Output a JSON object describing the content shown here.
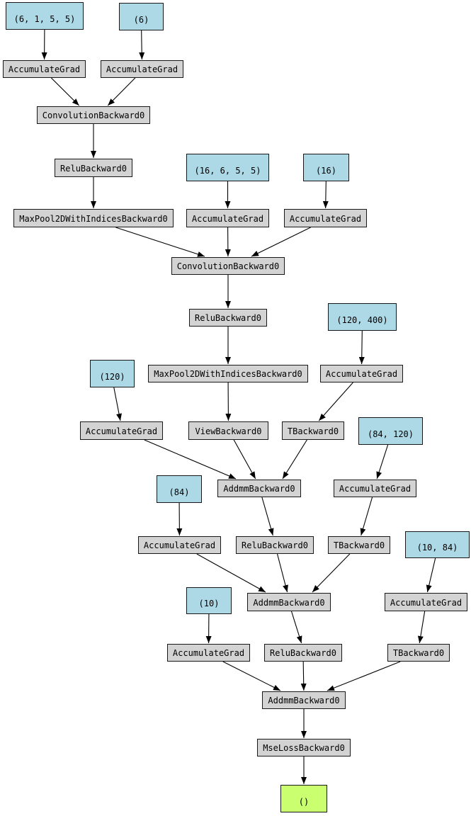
{
  "graph": {
    "title": "autograd-computation-graph",
    "colors": {
      "tensor_fill": "#ADD8E6",
      "op_fill": "#D3D3D3",
      "output_fill": "#CAFF70",
      "node_border": "#000000",
      "edge": "#000000",
      "background": "#FFFFFF"
    },
    "nodes": [
      {
        "id": "n1",
        "label": "(6, 1, 5, 5)",
        "type": "tensor"
      },
      {
        "id": "n2",
        "label": "(6)",
        "type": "tensor"
      },
      {
        "id": "n3",
        "label": "AccumulateGrad",
        "type": "op"
      },
      {
        "id": "n4",
        "label": "AccumulateGrad",
        "type": "op"
      },
      {
        "id": "n5",
        "label": "ConvolutionBackward0",
        "type": "op"
      },
      {
        "id": "n6",
        "label": "ReluBackward0",
        "type": "op"
      },
      {
        "id": "n7",
        "label": "(16, 6, 5, 5)",
        "type": "tensor"
      },
      {
        "id": "n8",
        "label": "(16)",
        "type": "tensor"
      },
      {
        "id": "n9",
        "label": "MaxPool2DWithIndicesBackward0",
        "type": "op"
      },
      {
        "id": "n10",
        "label": "AccumulateGrad",
        "type": "op"
      },
      {
        "id": "n11",
        "label": "AccumulateGrad",
        "type": "op"
      },
      {
        "id": "n12",
        "label": "ConvolutionBackward0",
        "type": "op"
      },
      {
        "id": "n13",
        "label": "ReluBackward0",
        "type": "op"
      },
      {
        "id": "n14",
        "label": "(120, 400)",
        "type": "tensor"
      },
      {
        "id": "n15",
        "label": "(120)",
        "type": "tensor"
      },
      {
        "id": "n16",
        "label": "MaxPool2DWithIndicesBackward0",
        "type": "op"
      },
      {
        "id": "n17",
        "label": "AccumulateGrad",
        "type": "op"
      },
      {
        "id": "n18",
        "label": "AccumulateGrad",
        "type": "op"
      },
      {
        "id": "n19",
        "label": "ViewBackward0",
        "type": "op"
      },
      {
        "id": "n20",
        "label": "TBackward0",
        "type": "op"
      },
      {
        "id": "n21",
        "label": "(84, 120)",
        "type": "tensor"
      },
      {
        "id": "n22",
        "label": "(84)",
        "type": "tensor"
      },
      {
        "id": "n23",
        "label": "AddmmBackward0",
        "type": "op"
      },
      {
        "id": "n24",
        "label": "AccumulateGrad",
        "type": "op"
      },
      {
        "id": "n25",
        "label": "AccumulateGrad",
        "type": "op"
      },
      {
        "id": "n26",
        "label": "ReluBackward0",
        "type": "op"
      },
      {
        "id": "n27",
        "label": "TBackward0",
        "type": "op"
      },
      {
        "id": "n28",
        "label": "(10, 84)",
        "type": "tensor"
      },
      {
        "id": "n29",
        "label": "(10)",
        "type": "tensor"
      },
      {
        "id": "n30",
        "label": "AddmmBackward0",
        "type": "op"
      },
      {
        "id": "n31",
        "label": "AccumulateGrad",
        "type": "op"
      },
      {
        "id": "n32",
        "label": "AccumulateGrad",
        "type": "op"
      },
      {
        "id": "n33",
        "label": "ReluBackward0",
        "type": "op"
      },
      {
        "id": "n34",
        "label": "TBackward0",
        "type": "op"
      },
      {
        "id": "n35",
        "label": "AddmmBackward0",
        "type": "op"
      },
      {
        "id": "n36",
        "label": "MseLossBackward0",
        "type": "op"
      },
      {
        "id": "n37",
        "label": "()",
        "type": "output"
      }
    ],
    "edges": [
      [
        "n1",
        "n3"
      ],
      [
        "n2",
        "n4"
      ],
      [
        "n3",
        "n5"
      ],
      [
        "n4",
        "n5"
      ],
      [
        "n5",
        "n6"
      ],
      [
        "n6",
        "n9"
      ],
      [
        "n7",
        "n10"
      ],
      [
        "n8",
        "n11"
      ],
      [
        "n9",
        "n12"
      ],
      [
        "n10",
        "n12"
      ],
      [
        "n11",
        "n12"
      ],
      [
        "n12",
        "n13"
      ],
      [
        "n13",
        "n16"
      ],
      [
        "n14",
        "n17"
      ],
      [
        "n15",
        "n18"
      ],
      [
        "n16",
        "n19"
      ],
      [
        "n17",
        "n20"
      ],
      [
        "n18",
        "n23"
      ],
      [
        "n19",
        "n23"
      ],
      [
        "n20",
        "n23"
      ],
      [
        "n21",
        "n24"
      ],
      [
        "n22",
        "n25"
      ],
      [
        "n23",
        "n26"
      ],
      [
        "n24",
        "n27"
      ],
      [
        "n25",
        "n30"
      ],
      [
        "n26",
        "n30"
      ],
      [
        "n27",
        "n30"
      ],
      [
        "n28",
        "n31"
      ],
      [
        "n29",
        "n32"
      ],
      [
        "n30",
        "n33"
      ],
      [
        "n31",
        "n34"
      ],
      [
        "n32",
        "n35"
      ],
      [
        "n33",
        "n35"
      ],
      [
        "n34",
        "n35"
      ],
      [
        "n35",
        "n36"
      ],
      [
        "n36",
        "n37"
      ]
    ]
  }
}
